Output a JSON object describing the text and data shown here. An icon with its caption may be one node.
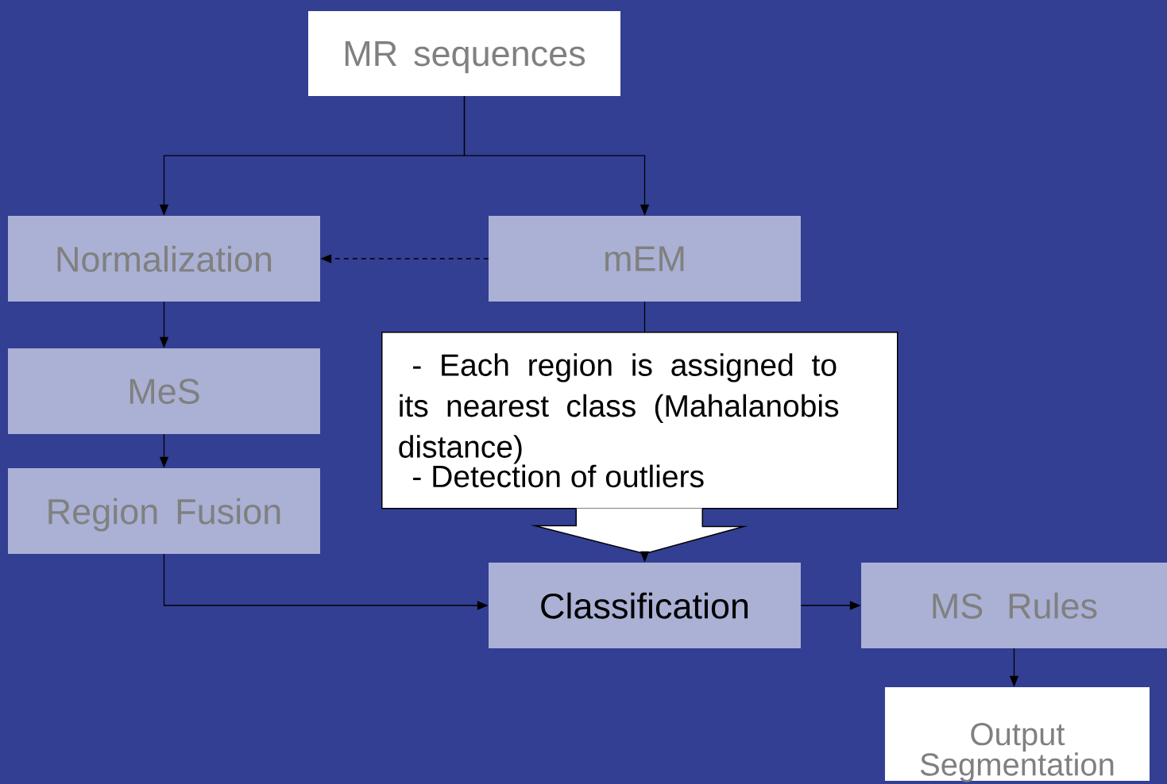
{
  "diagram": {
    "nodes": [
      {
        "text": [
          "MR sequences"
        ]
      },
      {
        "text": [
          "Normalization"
        ]
      },
      {
        "text": [
          "mEM"
        ]
      },
      {
        "text": [
          "MeS"
        ]
      },
      {
        "text": [
          "Region Fusion"
        ]
      },
      {
        "text": [
          "- Each region is assigned to its nearest class (Mahalanobis distance)",
          "- Detection of outliers"
        ]
      },
      {
        "text": [
          "Classification"
        ]
      },
      {
        "text": [
          "MS Rules"
        ]
      },
      {
        "text": [
          "Output Segmentation"
        ]
      }
    ],
    "edges": [
      {
        "from": 0,
        "to": 1,
        "arrow": "to"
      },
      {
        "from": 0,
        "to": 2,
        "arrow": "to"
      },
      {
        "from": 2,
        "to": 1,
        "arrow": "to",
        "style": "dashed"
      },
      {
        "from": 2,
        "to": 5,
        "arrow": "none"
      },
      {
        "from": 5,
        "to": 6,
        "arrow": "to",
        "style": "thick"
      },
      {
        "from": 1,
        "to": 3,
        "arrow": "to"
      },
      {
        "from": 3,
        "to": 4,
        "arrow": "to"
      },
      {
        "from": 4,
        "to": 6,
        "arrow": "to"
      },
      {
        "from": 6,
        "to": 7,
        "arrow": "to"
      },
      {
        "from": 7,
        "to": 8,
        "arrow": "to"
      }
    ]
  }
}
